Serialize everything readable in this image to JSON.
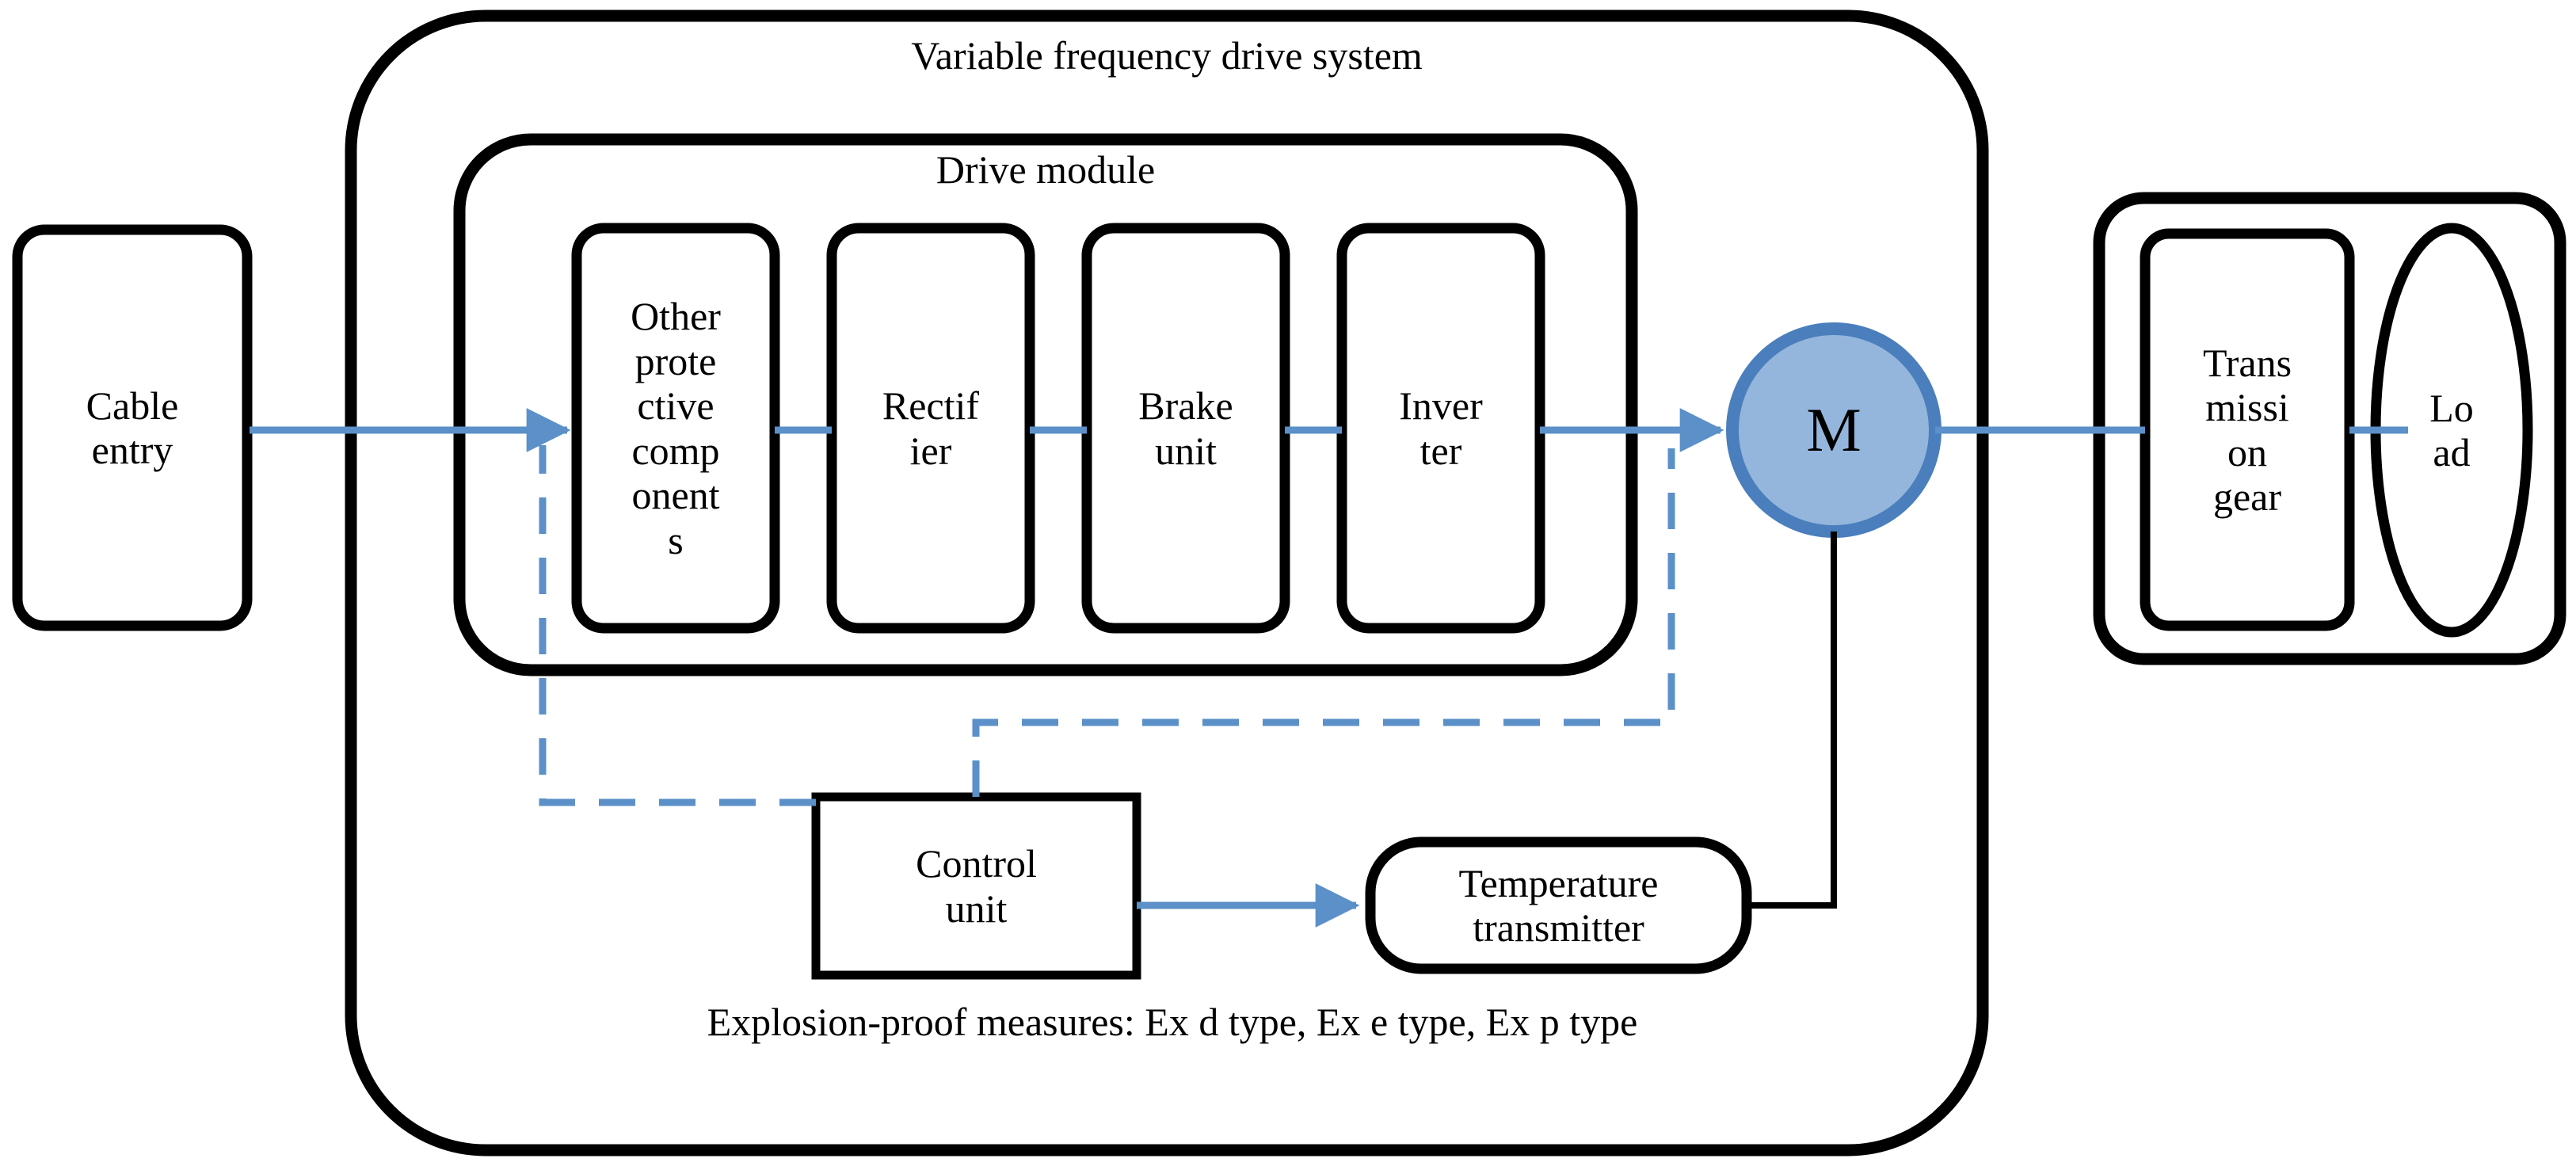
{
  "diagram": {
    "title": "Variable frequency drive system",
    "submodule_title": "Drive module",
    "footer_note": "Explosion-proof measures: Ex d type, Ex e type, Ex p type",
    "colors": {
      "outline": "#000000",
      "flow_arrow": "#5B90C8",
      "feedback_dashed": "#5B90C8",
      "motor_fill": "#95B6DC",
      "motor_stroke": "#4A7EBC",
      "sensor_wire": "#000000",
      "background": "#FFFFFF"
    },
    "nodes": {
      "cable_entry": "Cable\nentry",
      "other_protective": "Other\nprote\nctive\ncomp\nonent\ns",
      "rectifier": "Rectif\nier",
      "brake_unit": "Brake\nunit",
      "inverter": "Inver\nter",
      "motor": "M",
      "transmission_gear": "Trans\nmissi\non\ngear",
      "load": "Lo\nad",
      "control_unit": "Control\nunit",
      "temperature_transmitter": "Temperature\ntransmitter"
    }
  }
}
